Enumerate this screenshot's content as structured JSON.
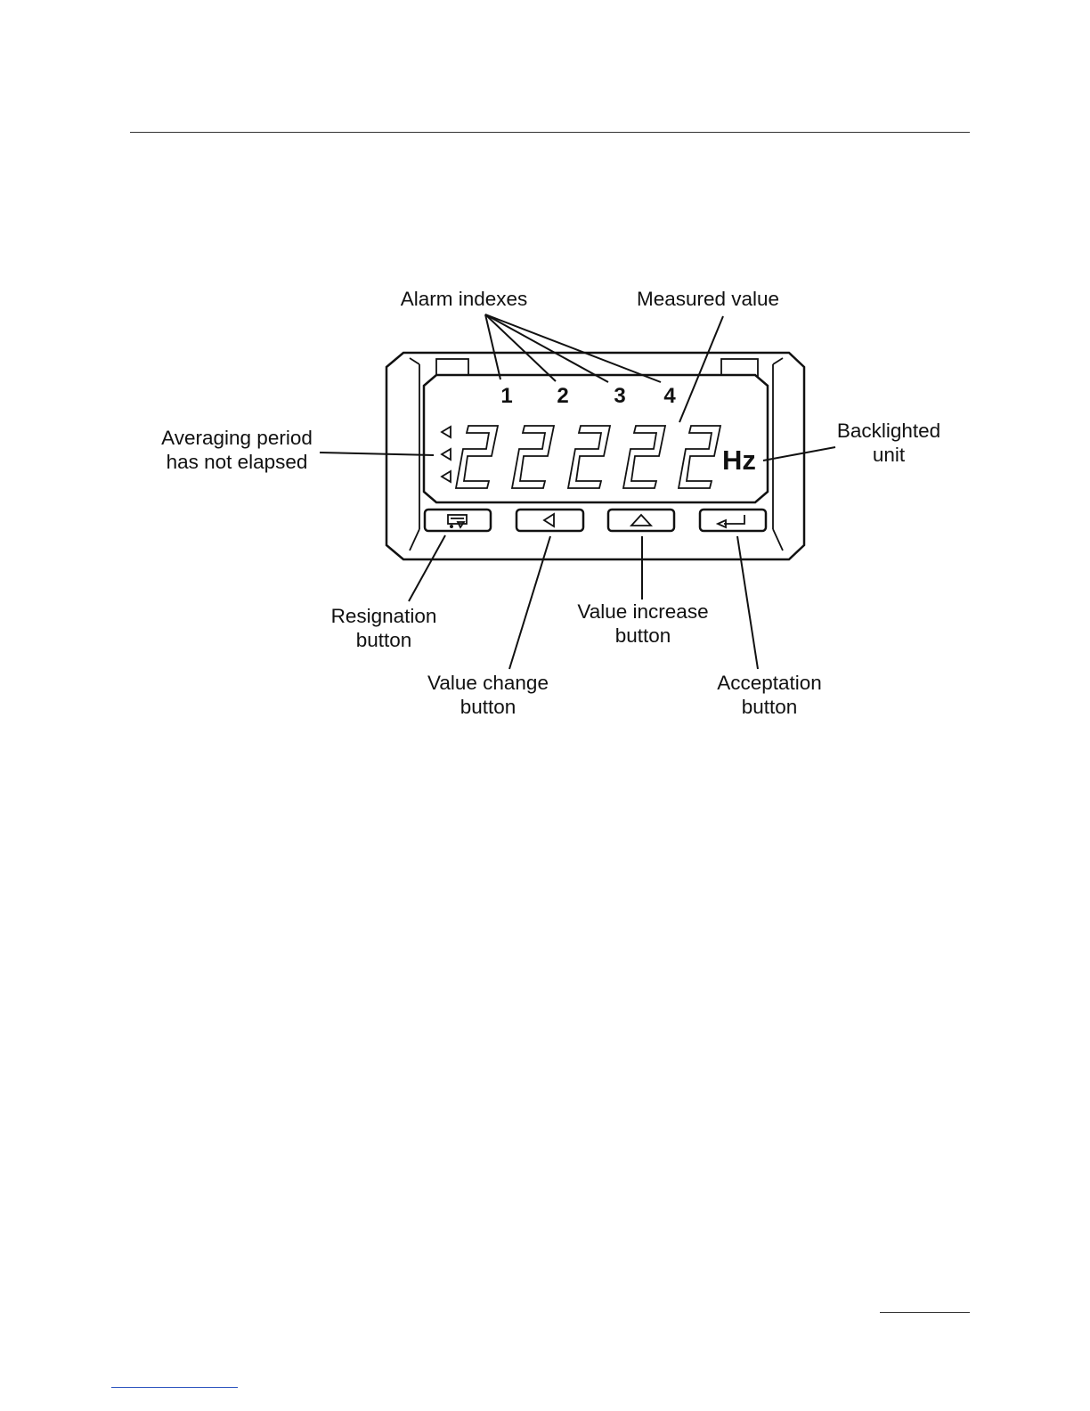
{
  "labels": {
    "alarm_indexes": "Alarm indexes",
    "measured_value": "Measured value",
    "averaging_line1": "Averaging period",
    "averaging_line2": "has not elapsed",
    "backlighted_line1": "Backlighted",
    "backlighted_line2": "unit",
    "resignation_line1": "Resignation",
    "resignation_line2": "button",
    "value_change_line1": "Value change",
    "value_change_line2": "button",
    "value_increase_line1": "Value increase",
    "value_increase_line2": "button",
    "acceptation_line1": "Acceptation",
    "acceptation_line2": "button"
  },
  "display": {
    "alarm_index_1": "1",
    "alarm_index_2": "2",
    "alarm_index_3": "3",
    "alarm_index_4": "4",
    "unit": "Hz"
  },
  "icons": {
    "resignation": "resignation-icon",
    "value_change": "left-triangle-icon",
    "value_increase": "up-triangle-icon",
    "acceptation": "enter-arrow-icon"
  }
}
